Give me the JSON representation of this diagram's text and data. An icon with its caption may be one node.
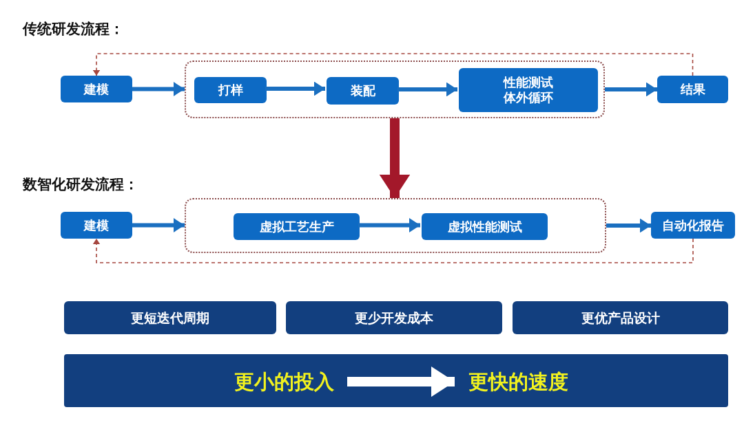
{
  "diagram": {
    "nodes": [
      {
        "text": [
          "建模"
        ]
      },
      {
        "text": [],
        "shape": "box"
      },
      {
        "text": [
          "打样"
        ],
        "in": 1
      },
      {
        "text": [
          "装配"
        ],
        "in": 1
      },
      {
        "text": [
          "性能测试",
          "体外循环"
        ],
        "in": 1
      },
      {
        "text": [
          "结果"
        ]
      },
      {
        "text": [
          "建模"
        ]
      },
      {
        "text": [],
        "shape": "box"
      },
      {
        "text": [
          "虚拟工艺生产"
        ],
        "in": 7
      },
      {
        "text": [
          "虚拟性能测试"
        ],
        "in": 7
      },
      {
        "text": [
          "自动化报告"
        ]
      },
      {
        "text": [
          "更短迭代周期"
        ]
      },
      {
        "text": [
          "更少开发成本"
        ]
      },
      {
        "text": [
          "更优产品设计"
        ]
      },
      {
        "text": [],
        "shape": "bar"
      },
      {
        "text": [
          "更小的投入"
        ],
        "in": 14
      },
      {
        "text": [
          "更快的速度"
        ],
        "in": 14
      }
    ],
    "edges": [
      {
        "from": 0,
        "to": 1,
        "arrow": "to"
      },
      {
        "from": 2,
        "to": 3,
        "arrow": "to"
      },
      {
        "from": 3,
        "to": 4,
        "arrow": "to"
      },
      {
        "from": 1,
        "to": 5,
        "arrow": "to"
      },
      {
        "from": 5,
        "to": 0,
        "arrow": "to",
        "style": "dashed",
        "color": "#a5463e"
      },
      {
        "from": 1,
        "to": 7,
        "arrow": "to",
        "style": "thick",
        "color": "#a3182a"
      },
      {
        "from": 6,
        "to": 7,
        "arrow": "to"
      },
      {
        "from": 8,
        "to": 9,
        "arrow": "to"
      },
      {
        "from": 7,
        "to": 10,
        "arrow": "to"
      },
      {
        "from": 10,
        "to": 6,
        "arrow": "to",
        "style": "dashed",
        "color": "#a5463e"
      },
      {
        "from": 15,
        "to": 16,
        "arrow": "to",
        "style": "thick",
        "color": "#ffffff"
      }
    ],
    "labels": [
      "传统研发流程：",
      "数智化研发流程："
    ]
  }
}
